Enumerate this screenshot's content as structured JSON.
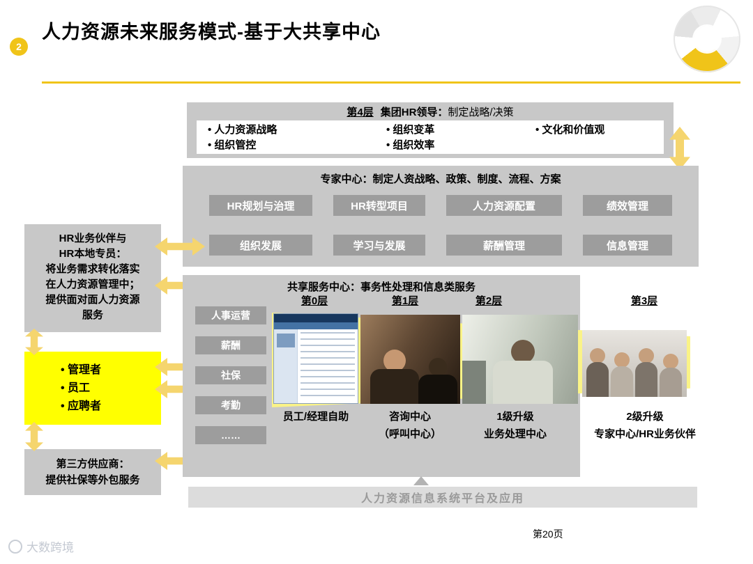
{
  "slide": {
    "badge": "2",
    "title": "人力资源未来服务模式-基于大共享中心",
    "page_number": "第20页",
    "watermark": "大数跨境"
  },
  "layer4": {
    "tier_label": "第4层",
    "header_bold": "集团HR领导：",
    "header_rest": "制定战略/决策",
    "col1": [
      "人力资源战略",
      "组织管控"
    ],
    "col2": [
      "组织变革",
      "组织效率"
    ],
    "col3": [
      "文化和价值观"
    ]
  },
  "expert_center": {
    "header": "专家中心：制定人资战略、政策、制度、流程、方案",
    "row1": [
      "HR规划与治理",
      "HR转型项目",
      "人力资源配置",
      "绩效管理"
    ],
    "row2": [
      "组织发展",
      "学习与发展",
      "薪酬管理",
      "信息管理"
    ]
  },
  "hrbp_box": {
    "title_line1": "HR业务伙伴与",
    "title_line2": "HR本地专员：",
    "body": "将业务需求转化落实在人力资源管理中；提供面对面人力资源服务"
  },
  "stakeholder_box": {
    "items": [
      "管理者",
      "员工",
      "应聘者"
    ]
  },
  "vendor_box": {
    "title": "第三方供应商：",
    "body": "提供社保等外包服务"
  },
  "shared_center": {
    "header": "共享服务中心：事务性处理和信息类服务",
    "tiers": [
      "第0层",
      "第1层",
      "第2层",
      "第3层"
    ],
    "category_buttons": [
      "人事运营",
      "薪酬",
      "社保",
      "考勤",
      "……"
    ],
    "tier0_label": "员工/经理自助",
    "tier1_label_line1": "咨询中心",
    "tier1_label_line2": "（呼叫中心）",
    "tier2_label_line1": "1级升级",
    "tier2_label_line2": "业务处理中心",
    "tier3_label_line1": "2级升级",
    "tier3_label_line2": "专家中心/HR业务伙伴"
  },
  "platform_bar": {
    "label": "人力资源信息系统平台及应用"
  },
  "colors": {
    "accent_gold": "#F0C419",
    "arrow_yellow": "#F5D56E",
    "highlight_yellow": "#FFFF00",
    "funnel_yellow": "#FAF387",
    "panel_gray": "#C8C8C8",
    "button_gray": "#9D9D9D"
  }
}
